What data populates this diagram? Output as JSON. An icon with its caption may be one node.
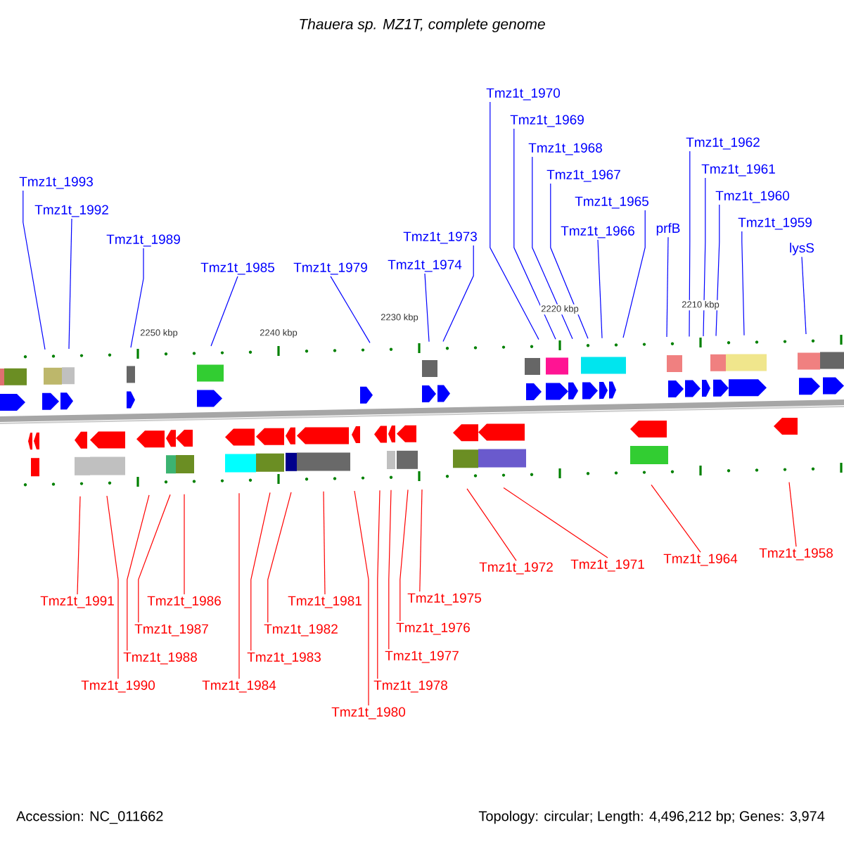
{
  "diagram": {
    "title": "*Thauera sp. MZ1T, complete genome*",
    "nodes": [
      {
        "text": [
          "Tmz1t_1993"
        ]
      },
      {
        "text": [
          "Tmz1t_1992"
        ]
      },
      {
        "text": [
          "Tmz1t_1989"
        ]
      },
      {
        "text": [
          "Tmz1t_1985"
        ]
      },
      {
        "text": [
          "Tmz1t_1979"
        ]
      },
      {
        "text": [
          "Tmz1t_1974"
        ]
      },
      {
        "text": [
          "Tmz1t_1973"
        ]
      },
      {
        "text": [
          "Tmz1t_1970"
        ]
      },
      {
        "text": [
          "Tmz1t_1969"
        ]
      },
      {
        "text": [
          "Tmz1t_1968"
        ]
      },
      {
        "text": [
          "Tmz1t_1967"
        ]
      },
      {
        "text": [
          "Tmz1t_1965"
        ]
      },
      {
        "text": [
          "Tmz1t_1966"
        ]
      },
      {
        "text": [
          "prfB"
        ]
      },
      {
        "text": [
          "Tmz1t_1962"
        ]
      },
      {
        "text": [
          "Tmz1t_1961"
        ]
      },
      {
        "text": [
          "Tmz1t_1960"
        ]
      },
      {
        "text": [
          "Tmz1t_1959"
        ]
      },
      {
        "text": [
          "lysS"
        ]
      },
      {
        "text": [
          "Tmz1t_1991"
        ]
      },
      {
        "text": [
          "Tmz1t_1990"
        ]
      },
      {
        "text": [
          "Tmz1t_1988"
        ]
      },
      {
        "text": [
          "Tmz1t_1987"
        ]
      },
      {
        "text": [
          "Tmz1t_1986"
        ]
      },
      {
        "text": [
          "Tmz1t_1984"
        ]
      },
      {
        "text": [
          "Tmz1t_1983"
        ]
      },
      {
        "text": [
          "Tmz1t_1982"
        ]
      },
      {
        "text": [
          "Tmz1t_1981"
        ]
      },
      {
        "text": [
          "Tmz1t_1980"
        ]
      },
      {
        "text": [
          "Tmz1t_1978"
        ]
      },
      {
        "text": [
          "Tmz1t_1977"
        ]
      },
      {
        "text": [
          "Tmz1t_1976"
        ]
      },
      {
        "text": [
          "Tmz1t_1975"
        ]
      },
      {
        "text": [
          "Tmz1t_1972"
        ]
      },
      {
        "text": [
          "Tmz1t_1971"
        ]
      },
      {
        "text": [
          "Tmz1t_1964"
        ]
      },
      {
        "text": [
          "Tmz1t_1958"
        ]
      }
    ],
    "edges": [
      {
        "from": 0,
        "to": null,
        "arrow": "none"
      },
      {
        "from": 1,
        "to": null,
        "arrow": "none"
      },
      {
        "from": 2,
        "to": null,
        "arrow": "none"
      },
      {
        "from": 3,
        "to": null,
        "arrow": "none"
      },
      {
        "from": 4,
        "to": null,
        "arrow": "none"
      },
      {
        "from": 5,
        "to": null,
        "arrow": "none"
      },
      {
        "from": 6,
        "to": null,
        "arrow": "none"
      },
      {
        "from": 7,
        "to": null,
        "arrow": "none"
      },
      {
        "from": 8,
        "to": null,
        "arrow": "none"
      },
      {
        "from": 9,
        "to": null,
        "arrow": "none"
      },
      {
        "from": 10,
        "to": null,
        "arrow": "none"
      },
      {
        "from": 11,
        "to": null,
        "arrow": "none"
      },
      {
        "from": 12,
        "to": null,
        "arrow": "none"
      },
      {
        "from": 13,
        "to": null,
        "arrow": "none"
      },
      {
        "from": 14,
        "to": null,
        "arrow": "none"
      },
      {
        "from": 15,
        "to": null,
        "arrow": "none"
      },
      {
        "from": 16,
        "to": null,
        "arrow": "none"
      },
      {
        "from": 17,
        "to": null,
        "arrow": "none"
      },
      {
        "from": 18,
        "to": null,
        "arrow": "none"
      },
      {
        "from": 19,
        "to": null,
        "arrow": "none",
        "color": "#ff0000"
      },
      {
        "from": 20,
        "to": null,
        "arrow": "none",
        "color": "#ff0000"
      },
      {
        "from": 21,
        "to": null,
        "arrow": "none",
        "color": "#ff0000"
      },
      {
        "from": 22,
        "to": null,
        "arrow": "none",
        "color": "#ff0000"
      },
      {
        "from": 23,
        "to": null,
        "arrow": "none",
        "color": "#ff0000"
      },
      {
        "from": 24,
        "to": null,
        "arrow": "none",
        "color": "#ff0000"
      },
      {
        "from": 25,
        "to": null,
        "arrow": "none",
        "color": "#ff0000"
      },
      {
        "from": 26,
        "to": null,
        "arrow": "none",
        "color": "#ff0000"
      },
      {
        "from": 27,
        "to": null,
        "arrow": "none",
        "color": "#ff0000"
      },
      {
        "from": 28,
        "to": null,
        "arrow": "none",
        "color": "#ff0000"
      },
      {
        "from": 29,
        "to": null,
        "arrow": "none",
        "color": "#ff0000"
      },
      {
        "from": 30,
        "to": null,
        "arrow": "none",
        "color": "#ff0000"
      },
      {
        "from": 31,
        "to": null,
        "arrow": "none",
        "color": "#ff0000"
      },
      {
        "from": 32,
        "to": null,
        "arrow": "none",
        "color": "#ff0000"
      },
      {
        "from": 33,
        "to": null,
        "arrow": "none",
        "color": "#ff0000"
      },
      {
        "from": 34,
        "to": null,
        "arrow": "none",
        "color": "#ff0000"
      },
      {
        "from": 35,
        "to": null,
        "arrow": "none",
        "color": "#ff0000"
      },
      {
        "from": 36,
        "to": null,
        "arrow": "none",
        "color": "#ff0000"
      }
    ],
    "labels": [
      "2250 kbp",
      "2240 kbp",
      "2230 kbp",
      "2220 kbp",
      "2210 kbp",
      "Accession: NC_011662",
      "Topology: circular; Length: 4,496,212 bp; Genes: 3,974"
    ]
  }
}
